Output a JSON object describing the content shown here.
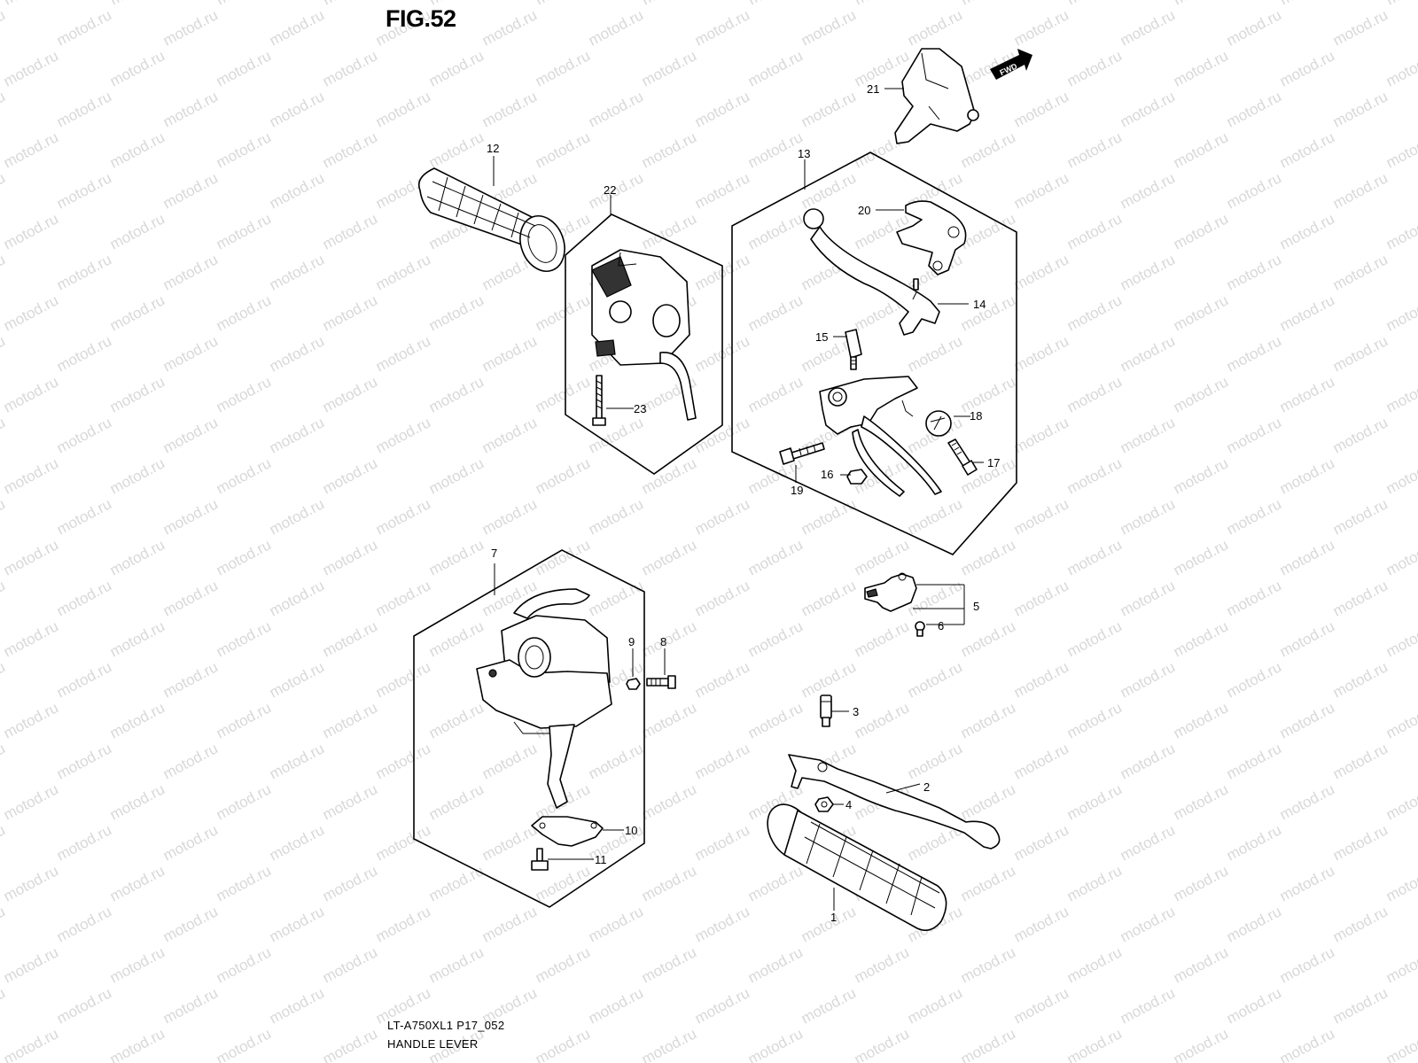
{
  "figure": {
    "title": "FIG.52",
    "model_code": "LT-A750XL1 P17_052",
    "caption": "HANDLE LEVER",
    "watermark": "motod.ru",
    "direction_label": "FWD"
  },
  "callouts": {
    "c1": "1",
    "c2": "2",
    "c3": "3",
    "c4": "4",
    "c5": "5",
    "c6": "6",
    "c7": "7",
    "c8": "8",
    "c9": "9",
    "c10": "10",
    "c11": "11",
    "c12": "12",
    "c13": "13",
    "c14": "14",
    "c15": "15",
    "c16": "16",
    "c17": "17",
    "c18": "18",
    "c19": "19",
    "c20": "20",
    "c21": "21",
    "c22": "22",
    "c23": "23"
  },
  "colors": {
    "line": "#000000",
    "background": "#ffffff",
    "watermark": "#d8d8d8"
  }
}
